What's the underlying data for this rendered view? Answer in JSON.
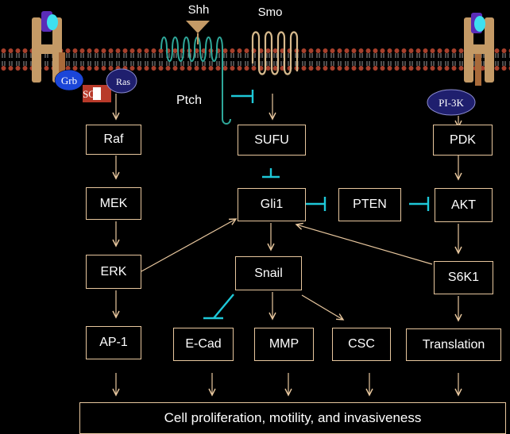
{
  "labels": {
    "shh": "Shh",
    "smo": "Smo",
    "ptch": "Ptch",
    "grb": "Grb",
    "ras": "Ras",
    "sos": "SOS",
    "pi3k": "PI-3K"
  },
  "nodes": {
    "raf": "Raf",
    "mek": "MEK",
    "erk": "ERK",
    "ap1": "AP-1",
    "sufu": "SUFU",
    "gli1": "Gli1",
    "snail": "Snail",
    "ecad": "E-Cad",
    "mmp": "MMP",
    "csc": "CSC",
    "pten": "PTEN",
    "pdk": "PDK",
    "akt": "AKT",
    "s6k1": "S6K1",
    "translation": "Translation",
    "outcome": "Cell proliferation, motility, and invasiveness"
  },
  "colors": {
    "background": "#000000",
    "box_border": "#e8c79e",
    "arrow": "#e8c79e",
    "inhibit": "#1ec8d8",
    "ptch": "#2fa89a",
    "smo": "#d6b98c",
    "receptor": "#c49a66",
    "grb": "#1b46d8",
    "ras": "#1f1f6e",
    "sos": "#b83a2a",
    "pi3k": "#1f1f6e",
    "knob_purple": "#5a2cb8",
    "knob_cyan": "#3ee0f0",
    "membrane_red": "#a8402c",
    "membrane_gray": "#8a8a8a"
  },
  "icons": {
    "membrane": "lipid-bilayer-icon",
    "ptch": "ptch-receptor-icon",
    "smo": "smo-receptor-icon",
    "shh": "shh-ligand-icon",
    "rtk": "receptor-tyrosine-kinase-icon"
  }
}
